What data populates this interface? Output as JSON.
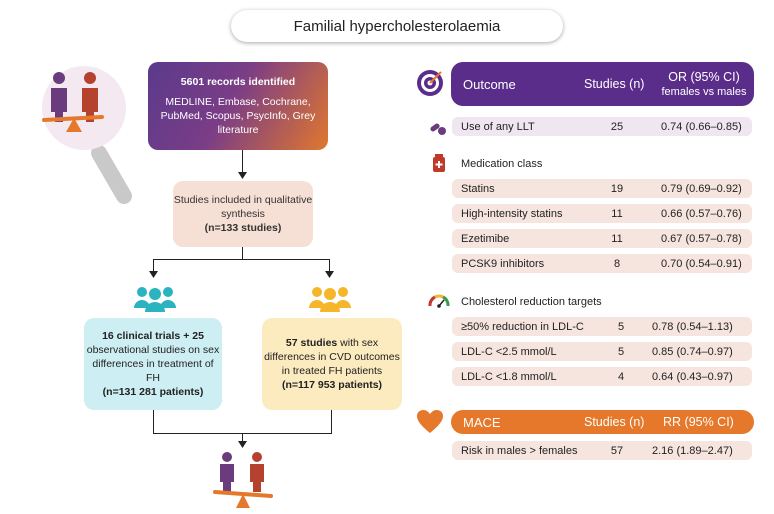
{
  "title": "Familial hypercholesterolaemia",
  "flow": {
    "records_title": "5601 records identified",
    "records_sources": "MEDLINE, Embase, Cochrane, PubMed, Scopus, PsycInfo, Grey literature",
    "studies_line1": "Studies included in qualitative synthesis",
    "studies_line2": "(n=133 studies)",
    "trials_bold": "16 clinical trials + 25",
    "trials_text": "observational studies on sex differences in treatment of FH",
    "trials_count": "(n=131 281 patients)",
    "cvd_bold": "57 studies",
    "cvd_text": "with sex differences in CVD outcomes in treated FH patients",
    "cvd_count": "(n=117 953 patients)"
  },
  "outcome_table": {
    "col1": "Outcome",
    "col2": "Studies (n)",
    "col3_line1": "OR (95% CI)",
    "col3_line2": "females vs males",
    "any_llt": {
      "label": "Use of any LLT",
      "n": "25",
      "or": "0.74 (0.66–0.85)"
    },
    "medication_header": "Medication class",
    "medication_rows": [
      {
        "label": "Statins",
        "n": "19",
        "or": "0.79 (0.69–0.92)"
      },
      {
        "label": "High-intensity statins",
        "n": "11",
        "or": "0.66 (0.57–0.76)"
      },
      {
        "label": "Ezetimibe",
        "n": "11",
        "or": "0.67 (0.57–0.78)"
      },
      {
        "label": "PCSK9 inhibitors",
        "n": "8",
        "or": "0.70 (0.54–0.91)"
      }
    ],
    "targets_header": "Cholesterol reduction targets",
    "target_rows": [
      {
        "label": "≥50% reduction in LDL-C",
        "n": "5",
        "or": "0.78 (0.54–1.13)"
      },
      {
        "label": "LDL-C <2.5 mmol/L",
        "n": "5",
        "or": "0.85 (0.74–0.97)"
      },
      {
        "label": "LDL-C <1.8 mmol/L",
        "n": "4",
        "or": "0.64 (0.43–0.97)"
      }
    ]
  },
  "mace_table": {
    "col1": "MACE",
    "col2": "Studies (n)",
    "col3": "RR (95% CI)",
    "row": {
      "label": "Risk in males > females",
      "n": "57",
      "rr": "2.16 (1.89–2.47)"
    }
  },
  "colors": {
    "purple": "#5b2d8a",
    "orange": "#e5782a",
    "teal": "#2bb3c0",
    "yellow": "#f5b62a",
    "red": "#c0392b"
  }
}
